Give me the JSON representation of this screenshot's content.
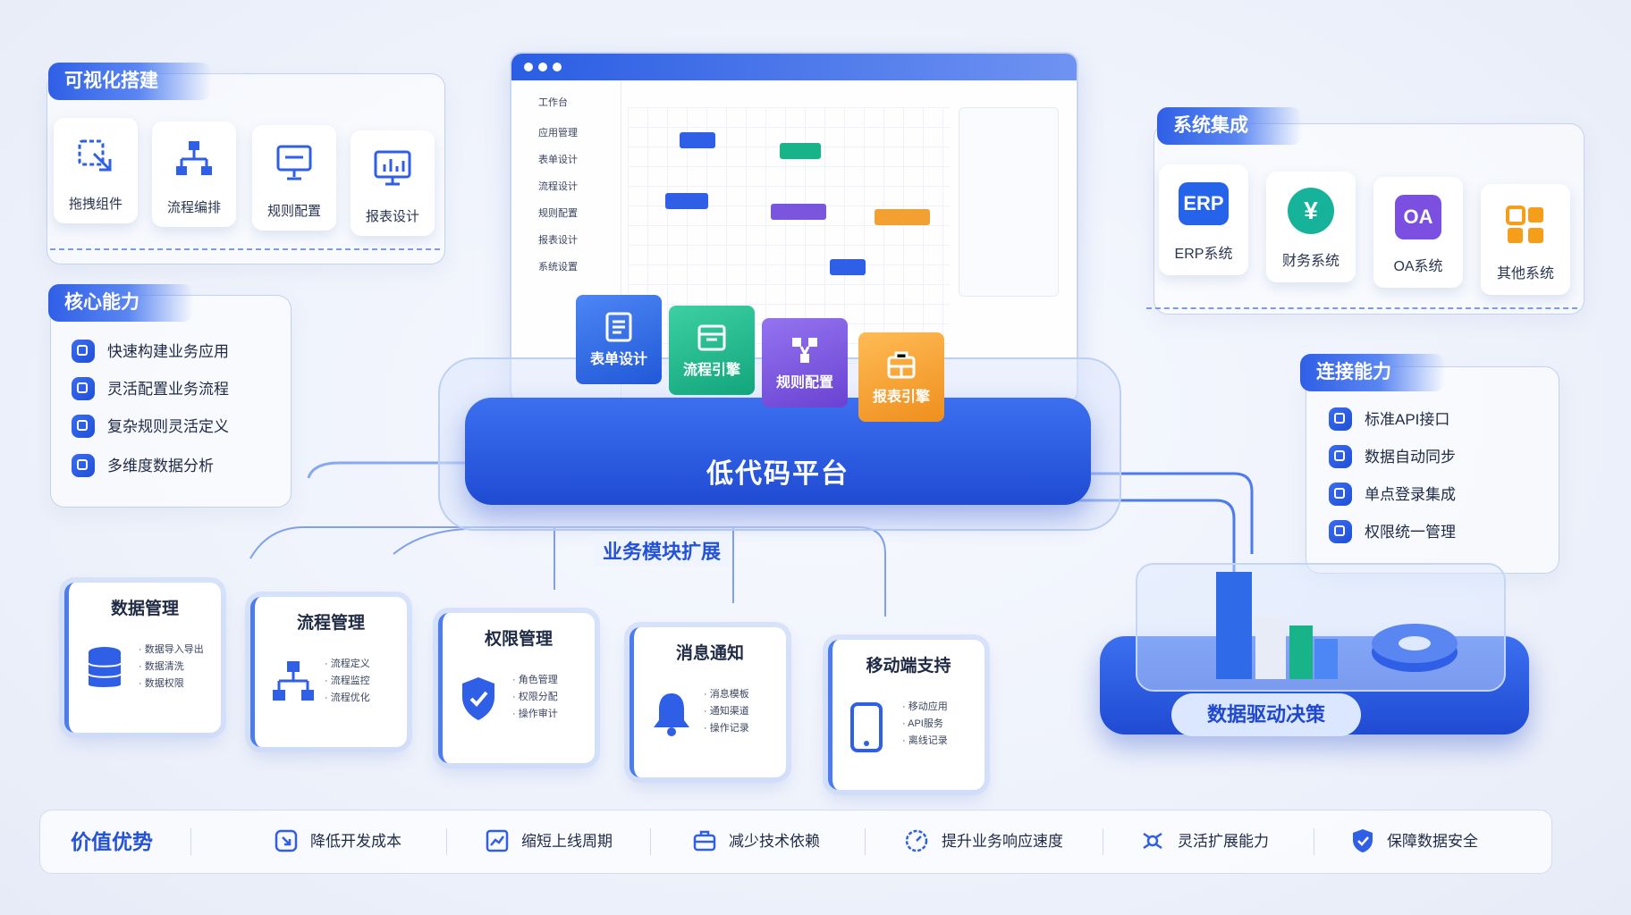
{
  "visual": {
    "title": "可视化搭建",
    "items": [
      {
        "label": "拖拽组件",
        "icon": "drag-component-icon"
      },
      {
        "label": "流程编排",
        "icon": "flow-tree-icon"
      },
      {
        "label": "规则配置",
        "icon": "rule-monitor-icon"
      },
      {
        "label": "报表设计",
        "icon": "report-chart-icon"
      }
    ]
  },
  "core": {
    "title": "核心能力",
    "items": [
      "快速构建业务应用",
      "灵活配置业务流程",
      "复杂规则灵活定义",
      "多维度数据分析"
    ]
  },
  "integration": {
    "title": "系统集成",
    "items": [
      {
        "label": "ERP系统",
        "glyph": "ERP",
        "color": "#2563eb"
      },
      {
        "label": "财务系统",
        "glyph": "¥",
        "color": "#16b39a"
      },
      {
        "label": "OA系统",
        "glyph": "OA",
        "color": "#7b4fe0"
      },
      {
        "label": "其他系统",
        "glyph": "",
        "color": "#f59e1a"
      }
    ]
  },
  "connect": {
    "title": "连接能力",
    "items": [
      "标准API接口",
      "数据自动同步",
      "单点登录集成",
      "权限统一管理"
    ]
  },
  "window": {
    "menu": [
      "工作台",
      "应用管理",
      "表单设计",
      "流程设计",
      "规则配置",
      "报表设计",
      "系统设置"
    ]
  },
  "platform": {
    "title": "低代码平台",
    "cubes": [
      {
        "label": "表单设计",
        "color": "#2f6be8"
      },
      {
        "label": "流程引擎",
        "color": "#19b38a"
      },
      {
        "label": "规则配置",
        "color": "#7a55de"
      },
      {
        "label": "报表引擎",
        "color": "#f3a033"
      }
    ]
  },
  "modules": {
    "title": "业务模块扩展",
    "items": [
      {
        "title": "数据管理",
        "points": [
          "数据导入导出",
          "数据清洗",
          "数据权限"
        ],
        "icon": "database-icon"
      },
      {
        "title": "流程管理",
        "points": [
          "流程定义",
          "流程监控",
          "流程优化"
        ],
        "icon": "flow-tree-icon"
      },
      {
        "title": "权限管理",
        "points": [
          "角色管理",
          "权限分配",
          "操作审计"
        ],
        "icon": "shield-icon"
      },
      {
        "title": "消息通知",
        "points": [
          "消息模板",
          "通知渠道",
          "操作记录"
        ],
        "icon": "bell-icon"
      },
      {
        "title": "移动端支持",
        "points": [
          "移动应用",
          "API服务",
          "离线记录"
        ],
        "icon": "phone-icon"
      }
    ]
  },
  "decision": {
    "label": "数据驱动决策"
  },
  "value": {
    "title": "价值优势",
    "items": [
      {
        "label": "降低开发成本",
        "icon": "cost-down-icon"
      },
      {
        "label": "缩短上线周期",
        "icon": "cycle-chart-icon"
      },
      {
        "label": "减少技术依赖",
        "icon": "toolbox-icon"
      },
      {
        "label": "提升业务响应速度",
        "icon": "speed-gauge-icon"
      },
      {
        "label": "灵活扩展能力",
        "icon": "expand-icon"
      },
      {
        "label": "保障数据安全",
        "icon": "security-shield-icon"
      }
    ]
  }
}
